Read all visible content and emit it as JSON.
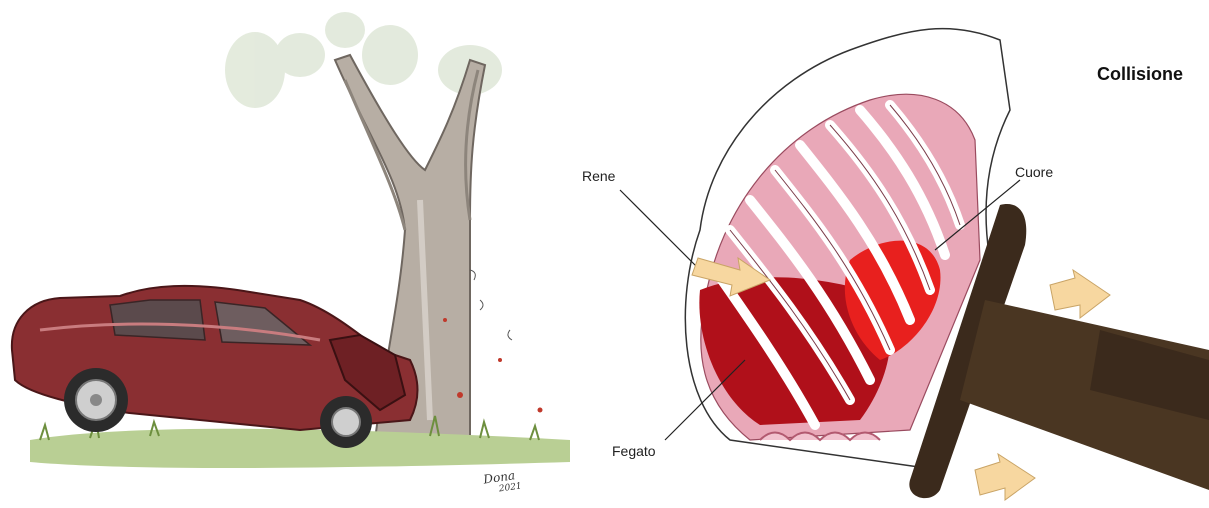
{
  "left_illustration": {
    "signature": "Dona",
    "signature_year": "2021",
    "car_color": "#8a2f32"
  },
  "right_diagram": {
    "panel_marker": "",
    "title": "Collisione",
    "labels": {
      "kidney": "Rene",
      "heart": "Cuore",
      "liver": "Fegato"
    },
    "colors": {
      "ribs_bg": "#e9a8b8",
      "liver": "#b0101a",
      "heart": "#e8201e",
      "impact_object": "#3b2a1c",
      "arrow": "#f7d7a0"
    }
  }
}
